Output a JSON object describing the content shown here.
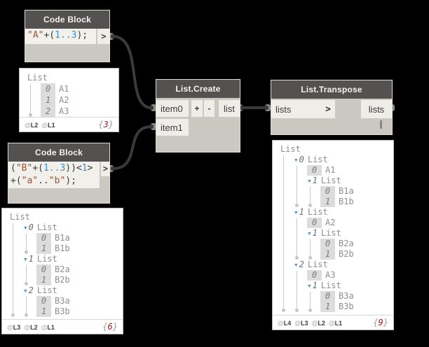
{
  "nodes": {
    "code_block_1": {
      "title": "Code Block",
      "output_port": ">",
      "code": [
        [
          {
            "t": "\"A\"",
            "c": "str"
          },
          {
            "t": "+(",
            "c": "pln"
          },
          {
            "t": "1..3",
            "c": "num"
          },
          {
            "t": ");",
            "c": "pln"
          }
        ]
      ]
    },
    "code_block_2": {
      "title": "Code Block",
      "output_port": ">",
      "code": [
        [
          {
            "t": "(",
            "c": "pln"
          },
          {
            "t": "\"B\"",
            "c": "str"
          },
          {
            "t": "+(",
            "c": "pln"
          },
          {
            "t": "1..3",
            "c": "num"
          },
          {
            "t": "))<",
            "c": "pln"
          },
          {
            "t": "1",
            "c": "num"
          },
          {
            "t": ">",
            "c": "pln"
          }
        ],
        [
          {
            "t": "+(",
            "c": "pln"
          },
          {
            "t": "\"a\"",
            "c": "str"
          },
          {
            "t": "..",
            "c": "pln"
          },
          {
            "t": "\"b\"",
            "c": "str"
          },
          {
            "t": ");",
            "c": "pln"
          }
        ]
      ]
    },
    "list_create": {
      "title": "List.Create",
      "inputs": [
        "item0",
        "item1"
      ],
      "add_button": "+",
      "remove_button": "-",
      "output": "list"
    },
    "list_transpose": {
      "title": "List.Transpose",
      "input": "lists",
      "input_chevron": ">",
      "output": "lists",
      "lacing_icon": "shortest-lacing-bar"
    }
  },
  "previews": {
    "preview_1": {
      "tree": {
        "label": "List",
        "children": [
          {
            "index": "0",
            "value": "A1"
          },
          {
            "index": "1",
            "value": "A2"
          },
          {
            "index": "2",
            "value": "A3"
          }
        ]
      },
      "levels": [
        "@L2",
        "@L1"
      ],
      "count": "{3}"
    },
    "preview_2": {
      "tree": {
        "label": "List",
        "children": [
          {
            "index": "0",
            "label": "List",
            "children": [
              {
                "index": "0",
                "value": "B1a"
              },
              {
                "index": "1",
                "value": "B1b"
              }
            ]
          },
          {
            "index": "1",
            "label": "List",
            "children": [
              {
                "index": "0",
                "value": "B2a"
              },
              {
                "index": "1",
                "value": "B2b"
              }
            ]
          },
          {
            "index": "2",
            "label": "List",
            "children": [
              {
                "index": "0",
                "value": "B3a"
              },
              {
                "index": "1",
                "value": "B3b"
              }
            ]
          }
        ]
      },
      "levels": [
        "@L3",
        "@L2",
        "@L1"
      ],
      "count": "{6}"
    },
    "preview_3": {
      "tree": {
        "label": "List",
        "children": [
          {
            "index": "0",
            "label": "List",
            "children": [
              {
                "index": "0",
                "value": "A1"
              },
              {
                "index": "1",
                "label": "List",
                "children": [
                  {
                    "index": "0",
                    "value": "B1a"
                  },
                  {
                    "index": "1",
                    "value": "B1b"
                  }
                ]
              }
            ]
          },
          {
            "index": "1",
            "label": "List",
            "children": [
              {
                "index": "0",
                "value": "A2"
              },
              {
                "index": "1",
                "label": "List",
                "children": [
                  {
                    "index": "0",
                    "value": "B2a"
                  },
                  {
                    "index": "1",
                    "value": "B2b"
                  }
                ]
              }
            ]
          },
          {
            "index": "2",
            "label": "List",
            "children": [
              {
                "index": "0",
                "value": "A3"
              },
              {
                "index": "1",
                "label": "List",
                "children": [
                  {
                    "index": "0",
                    "value": "B3a"
                  },
                  {
                    "index": "1",
                    "value": "B3b"
                  }
                ]
              }
            ]
          }
        ]
      },
      "levels": [
        "@L4",
        "@L3",
        "@L2",
        "@L1"
      ],
      "count": "{9}"
    }
  },
  "colors": {
    "canvas_bg": "#000000",
    "node_header": "#545251",
    "node_body": "#cbc8c1",
    "port_box": "#efede8",
    "wire": "#3a3a3a",
    "code_string": "#9a5334",
    "code_number": "#3e8ed8",
    "tree_text": "#8f8f8f",
    "triangle_blue": "#4a95d6",
    "count_red": "#a21d1d"
  }
}
